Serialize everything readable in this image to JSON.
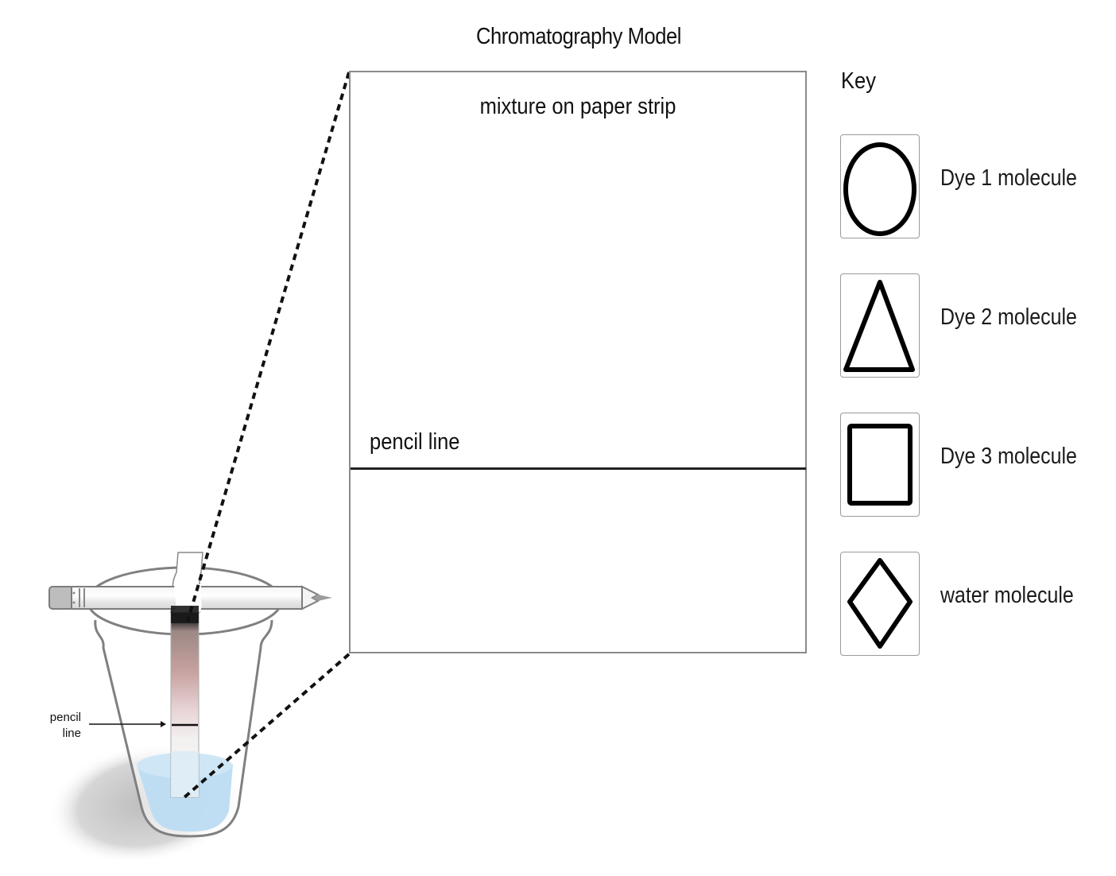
{
  "title": "Chromatography Model",
  "model_box": {
    "caption": "mixture on paper strip",
    "pencil_line_label": "pencil line"
  },
  "key": {
    "title": "Key",
    "items": [
      {
        "shape": "ellipse",
        "icon": "oval-icon",
        "label": "Dye 1 molecule"
      },
      {
        "shape": "triangle",
        "icon": "triangle-icon",
        "label": "Dye 2 molecule"
      },
      {
        "shape": "rectangle",
        "icon": "rectangle-icon",
        "label": "Dye 3 molecule"
      },
      {
        "shape": "diamond",
        "icon": "diamond-icon",
        "label": "water molecule"
      }
    ]
  },
  "illustration": {
    "pencil_line_label_line1": "pencil",
    "pencil_line_label_line2": "line",
    "colors": {
      "water": "#bcdcf2",
      "dye_dark": "#222222",
      "dye_band": "#c9a2a2",
      "outline": "#7a7a7a"
    }
  }
}
